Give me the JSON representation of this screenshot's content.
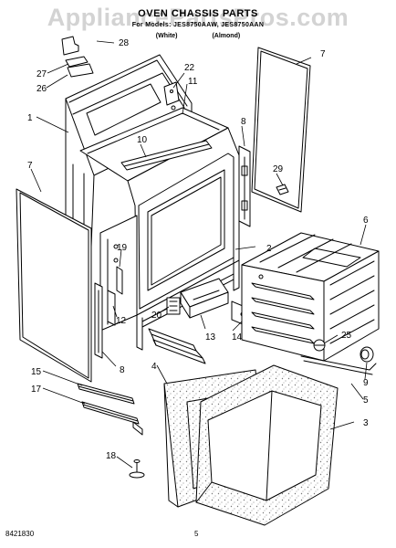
{
  "watermark": "AppliancePartsPros.com",
  "header": {
    "title": "OVEN CHASSIS PARTS",
    "models": "For Models: JES8750AAW, JES8750AAN",
    "color_white": "(White)",
    "color_almond": "(Almond)"
  },
  "callouts": [
    "1",
    "2",
    "3",
    "4",
    "5",
    "6",
    "7",
    "7",
    "8",
    "8",
    "9",
    "10",
    "11",
    "12",
    "13",
    "14",
    "15",
    "17",
    "18",
    "19",
    "20",
    "22",
    "25",
    "26",
    "27",
    "28",
    "29"
  ],
  "footer": {
    "doc_number": "8421830",
    "page_number": "5"
  }
}
